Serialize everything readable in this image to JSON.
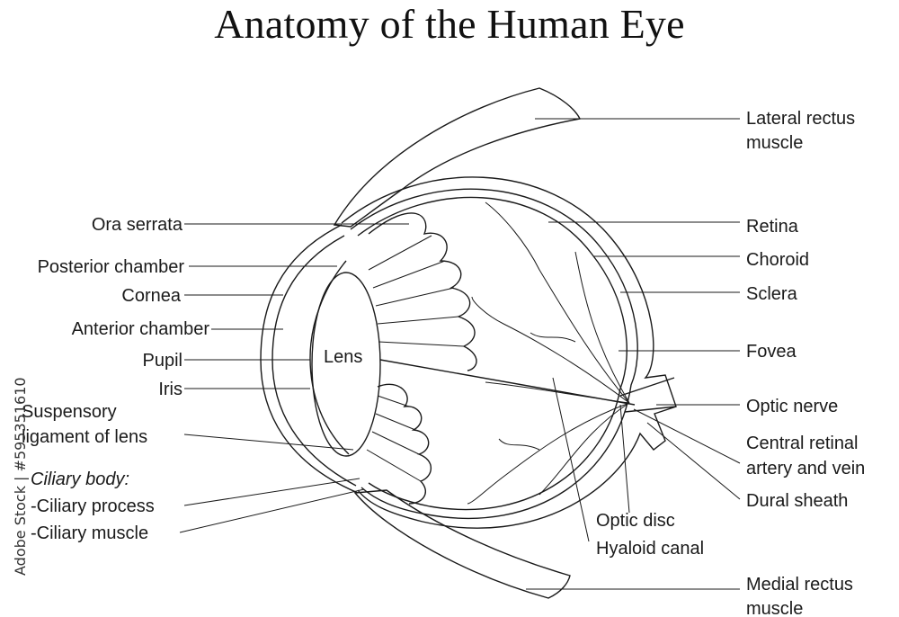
{
  "title": "Anatomy of the Human Eye",
  "labels": {
    "lateral_rectus_1": "Lateral rectus",
    "lateral_rectus_2": "muscle",
    "retina": "Retina",
    "choroid": "Choroid",
    "sclera": "Sclera",
    "fovea": "Fovea",
    "optic_nerve": "Optic nerve",
    "central_retinal_1": "Central retinal",
    "central_retinal_2": "artery and vein",
    "dural_sheath": "Dural sheath",
    "medial_rectus_1": "Medial rectus",
    "medial_rectus_2": "muscle",
    "optic_disc": "Optic disc",
    "hyaloid_canal": "Hyaloid canal",
    "ora_serrata": "Ora serrata",
    "posterior_chamber": "Posterior chamber",
    "cornea": "Cornea",
    "anterior_chamber": "Anterior chamber",
    "pupil": "Pupil",
    "iris": "Iris",
    "suspensory_1": "Suspensory",
    "suspensory_2": "ligament of lens",
    "ciliary_body": "Ciliary body:",
    "ciliary_process": "-Ciliary process",
    "ciliary_muscle": "-Ciliary muscle",
    "lens": "Lens"
  },
  "watermark": "Adobe Stock | #595351610",
  "colors": {
    "line": "#1a1a1a",
    "background": "#ffffff"
  }
}
